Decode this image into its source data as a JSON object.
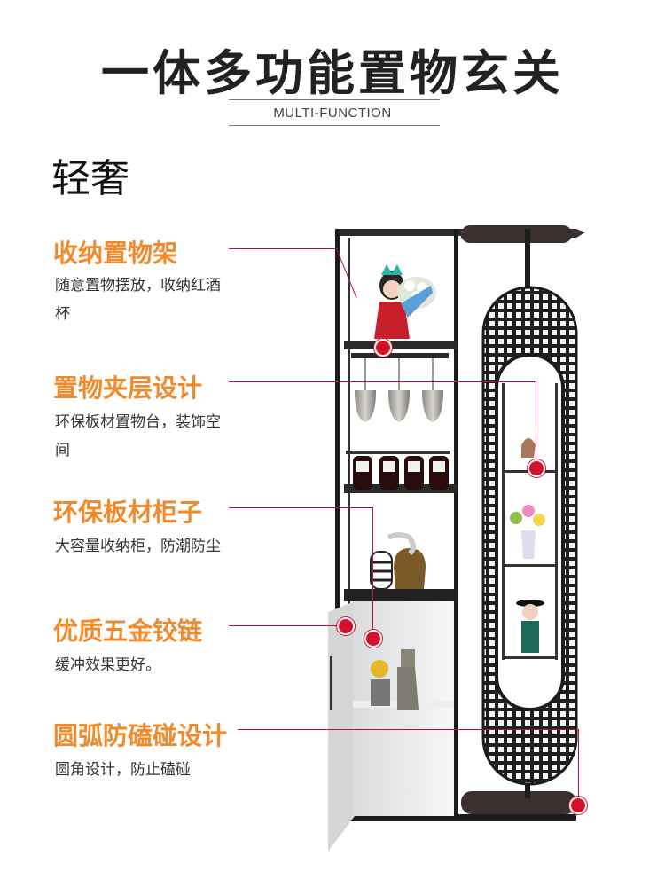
{
  "header": {
    "title": "一体多功能置物玄关",
    "subtitle": "MULTI-FUNCTION",
    "brand": "轻奢"
  },
  "features": [
    {
      "title": "收纳置物架",
      "desc": "随意置物摆放，收纳红酒杯"
    },
    {
      "title": "置物夹层设计",
      "desc": "环保板材置物台，装饰空间"
    },
    {
      "title": "环保板材柜子",
      "desc": "大容量收纳柜，防潮防尘"
    },
    {
      "title": "优质五金铰链",
      "desc": "缓冲效果更好。"
    },
    {
      "title": "圆弧防磕碰设计",
      "desc": "圆角设计，防止磕碰"
    }
  ],
  "colors": {
    "accent_orange": "#f08a2a",
    "callout_red": "#d3102a",
    "frame_black": "#1c1c1c"
  }
}
